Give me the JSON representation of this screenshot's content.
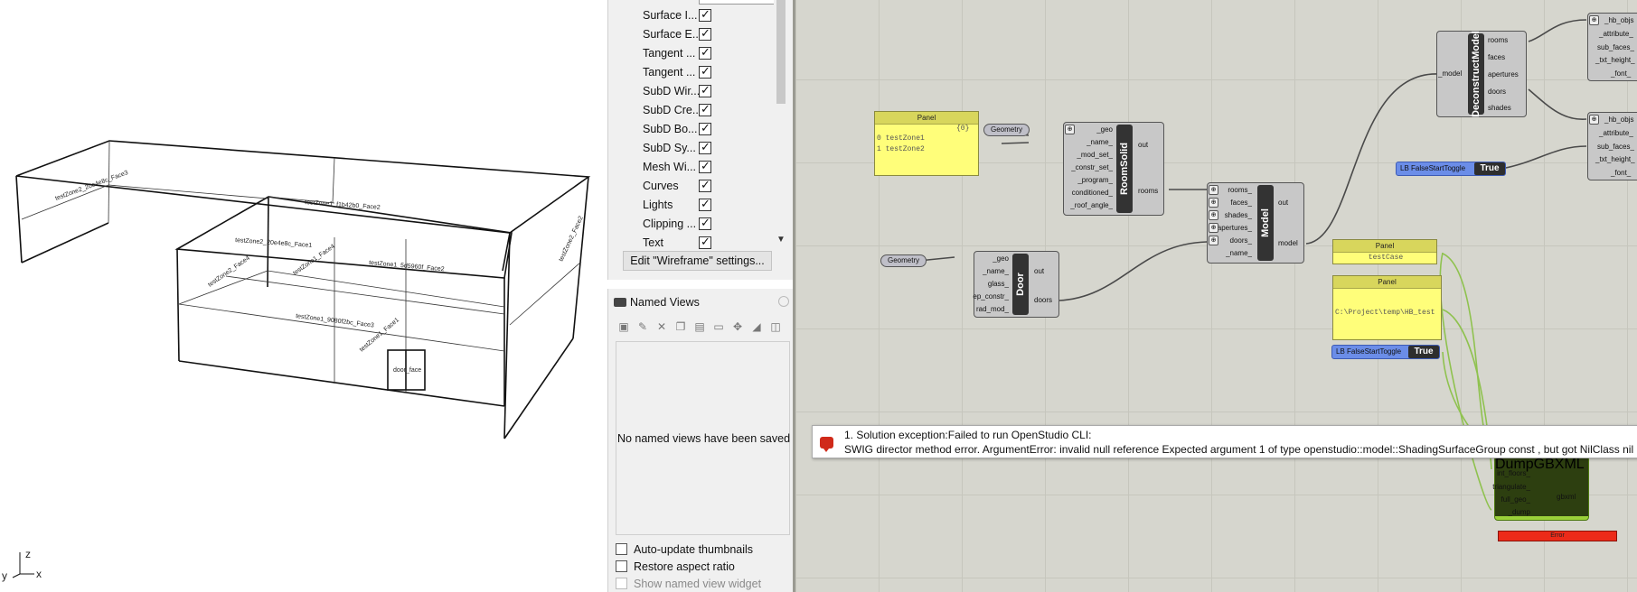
{
  "viewport": {
    "face_labels": [
      "testZone2_20e4e8c_Face3",
      "testZone1_f1b42b0_Face2",
      "testZone2_20e4e8c_Face1",
      "testZone1_5d5960f_Face2",
      "testZone1_9080f2bc_Face3",
      "testZone2_Face4",
      "testZone1_Face4",
      "door_face",
      "testZone1_Face1",
      "testZone2_Face2"
    ],
    "axis_z": "z",
    "axis_x": "x",
    "axis_y": "y"
  },
  "display_settings": {
    "items": [
      {
        "label": "Surface I...",
        "checked": true
      },
      {
        "label": "Surface E...",
        "checked": true
      },
      {
        "label": "Tangent ...",
        "checked": true
      },
      {
        "label": "Tangent ...",
        "checked": true
      },
      {
        "label": "SubD Wir...",
        "checked": true
      },
      {
        "label": "SubD Cre...",
        "checked": true
      },
      {
        "label": "SubD Bo...",
        "checked": true
      },
      {
        "label": "SubD Sy...",
        "checked": true
      },
      {
        "label": "Mesh Wi...",
        "checked": true
      },
      {
        "label": "Curves",
        "checked": true
      },
      {
        "label": "Lights",
        "checked": true
      },
      {
        "label": "Clipping ...",
        "checked": true
      },
      {
        "label": "Text",
        "checked": true
      }
    ],
    "edit_button": "Edit \"Wireframe\" settings..."
  },
  "named_views": {
    "tab_label": "Named Views",
    "empty_message": "No named views have been saved",
    "options": [
      {
        "label": "Auto-update thumbnails",
        "checked": false,
        "enabled": true
      },
      {
        "label": "Restore aspect ratio",
        "checked": false,
        "enabled": true
      },
      {
        "label": "Show named view widget",
        "checked": false,
        "enabled": false
      }
    ]
  },
  "grasshopper": {
    "panel1": {
      "title": "Panel",
      "index_label": "{0}",
      "lines": [
        "0 testZone1",
        "1 testZone2"
      ]
    },
    "geometry_param_1": "Geometry",
    "geometry_param_2": "Geometry",
    "roomsolid": {
      "name": "RoomSolid",
      "inputs": [
        "_geo",
        "_name_",
        "_mod_set_",
        "_constr_set_",
        "_program_",
        "conditioned_",
        "_roof_angle_"
      ],
      "outputs": [
        "out",
        "rooms"
      ]
    },
    "door": {
      "name": "Door",
      "inputs": [
        "_geo",
        "_name_",
        "glass_",
        "ep_constr_",
        "rad_mod_"
      ],
      "outputs": [
        "out",
        "doors"
      ]
    },
    "model": {
      "name": "Model",
      "inputs": [
        "rooms_",
        "faces_",
        "shades_",
        "apertures_",
        "doors_",
        "_name_"
      ],
      "outputs": [
        "out",
        "model"
      ]
    },
    "deconstruct": {
      "name": "DeconstructModel",
      "inputs": [
        "_model"
      ],
      "outputs": [
        "rooms",
        "faces",
        "apertures",
        "doors",
        "shades"
      ]
    },
    "panel2": {
      "title": "Panel",
      "text": "testCase"
    },
    "panel3": {
      "title": "Panel",
      "text": "C:\\Project\\temp\\HB_test"
    },
    "toggle1": {
      "label": "LB FalseStartToggle",
      "value": "True"
    },
    "toggle2": {
      "label": "LB FalseStartToggle",
      "value": "True"
    },
    "right_node_1": [
      "_hb_objs",
      "_attribute_",
      "sub_faces_",
      "_txt_height_",
      "_font_"
    ],
    "right_node_2": [
      "_hb_objs",
      "_attribute_",
      "sub_faces_",
      "_txt_height_",
      "_font_"
    ],
    "dump": {
      "name": "DumpGBXML",
      "inputs": [
        "int_floors_",
        "triangulate_",
        "full_geo_",
        "_dump"
      ],
      "outputs": [
        "gbxml"
      ]
    },
    "red_bar_text": "Error",
    "error": {
      "line1": "1. Solution exception:Failed to run OpenStudio CLI:",
      "line2": "SWIG director method error. ArgumentError: invalid null reference Expected argument 1 of type openstudio::model::ShadingSurfaceGroup const , but got NilClass nil"
    }
  }
}
